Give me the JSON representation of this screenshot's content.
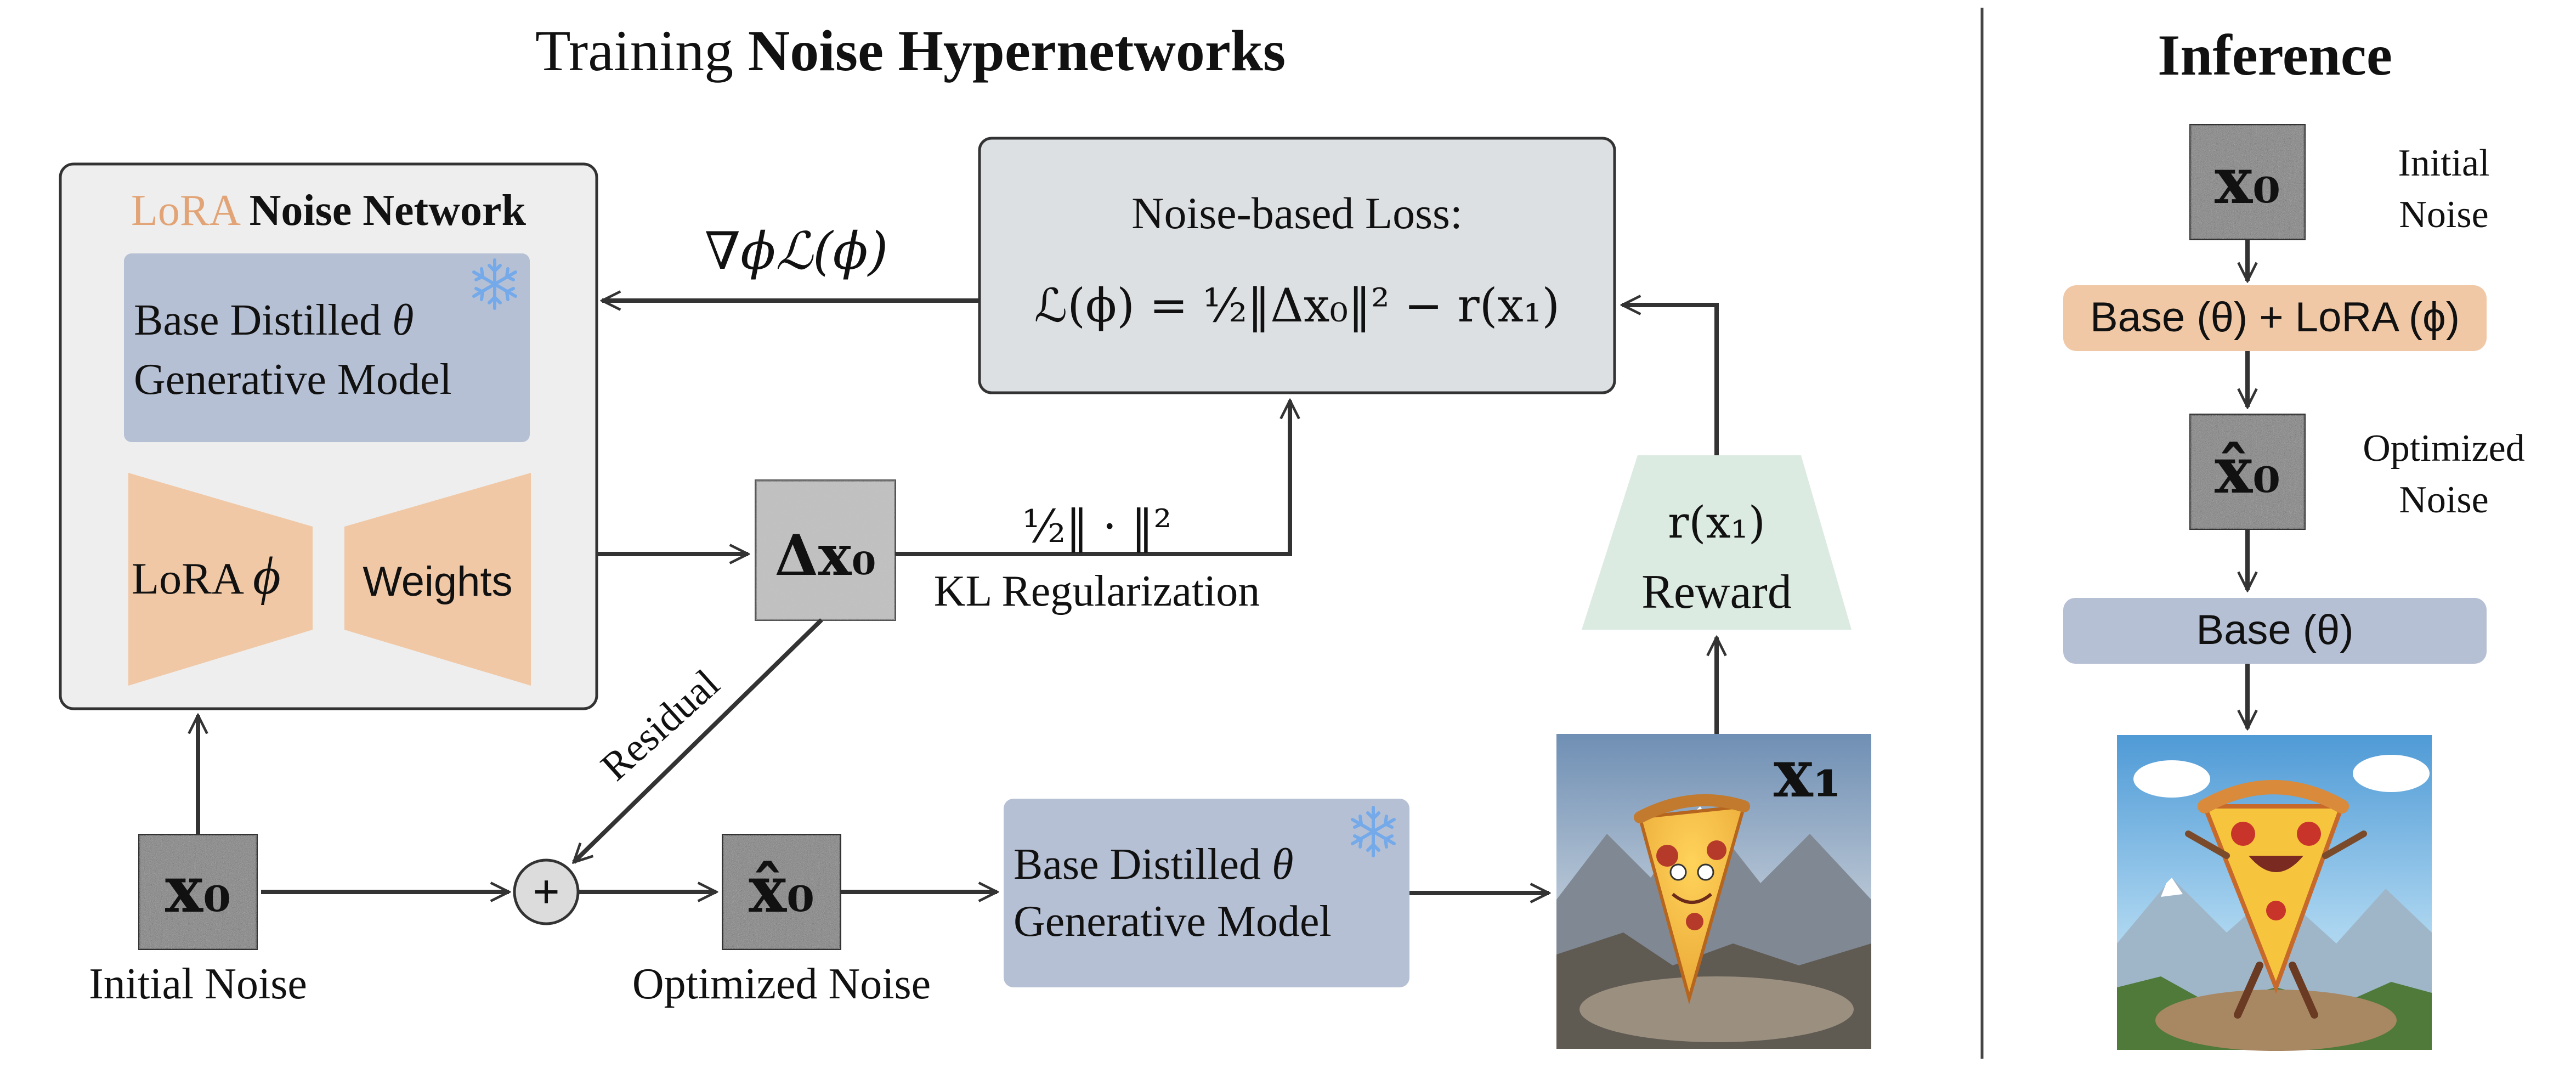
{
  "title": {
    "prefix": "Training",
    "bold": "Noise Hypernetworks"
  },
  "inference": {
    "title": "Inference"
  },
  "lora_network": {
    "title_prefix": "LoRA",
    "title_bold": "Noise Network"
  },
  "base_model_frozen": {
    "line1": "Base Distilled",
    "theta": "θ",
    "line2": "Generative Model"
  },
  "lora_block": {
    "left_label": "LoRA",
    "phi": "ϕ",
    "right_label": "Weights"
  },
  "loss_box": {
    "title": "Noise-based Loss:",
    "formula": "ℒ(ϕ) = ½‖Δx₀‖² − r(x₁)"
  },
  "gradient_label": "∇ϕℒ(ϕ)",
  "delta_x0": {
    "symbol": "Δx₀"
  },
  "kl": {
    "formula": "½‖ · ‖²",
    "label": "KL Regularization"
  },
  "reward": {
    "formula": "r(x₁)",
    "label": "Reward"
  },
  "residual_label": "Residual",
  "initial_noise": {
    "symbol": "x₀",
    "label": "Initial Noise"
  },
  "plus_symbol": "+",
  "optimized_noise": {
    "symbol": "x̂₀",
    "label": "Optimized Noise"
  },
  "base_model_bottom": {
    "line1": "Base Distilled",
    "theta": "θ",
    "line2": "Generative Model"
  },
  "output_image": {
    "symbol": "x₁"
  },
  "inference_steps": {
    "x0_symbol": "x₀",
    "x0_label_line1": "Initial",
    "x0_label_line2": "Noise",
    "combined_model": "Base (θ) + LoRA (ϕ)",
    "x0hat_symbol": "x̂₀",
    "x0hat_label_line1": "Optimized",
    "x0hat_label_line2": "Noise",
    "base_model": "Base (θ)"
  },
  "colors": {
    "lora_accent": "#e2a476",
    "lora_fill": "#f0c8a6",
    "base_fill": "#b6c0d4",
    "panel_fill": "#eeeeee",
    "loss_fill": "#dde0e3",
    "reward_fill": "#dcebe1",
    "noise_dark": "#6a6a6a",
    "noise_light": "#bdbdbd",
    "snowflake": "#74a9ea"
  }
}
